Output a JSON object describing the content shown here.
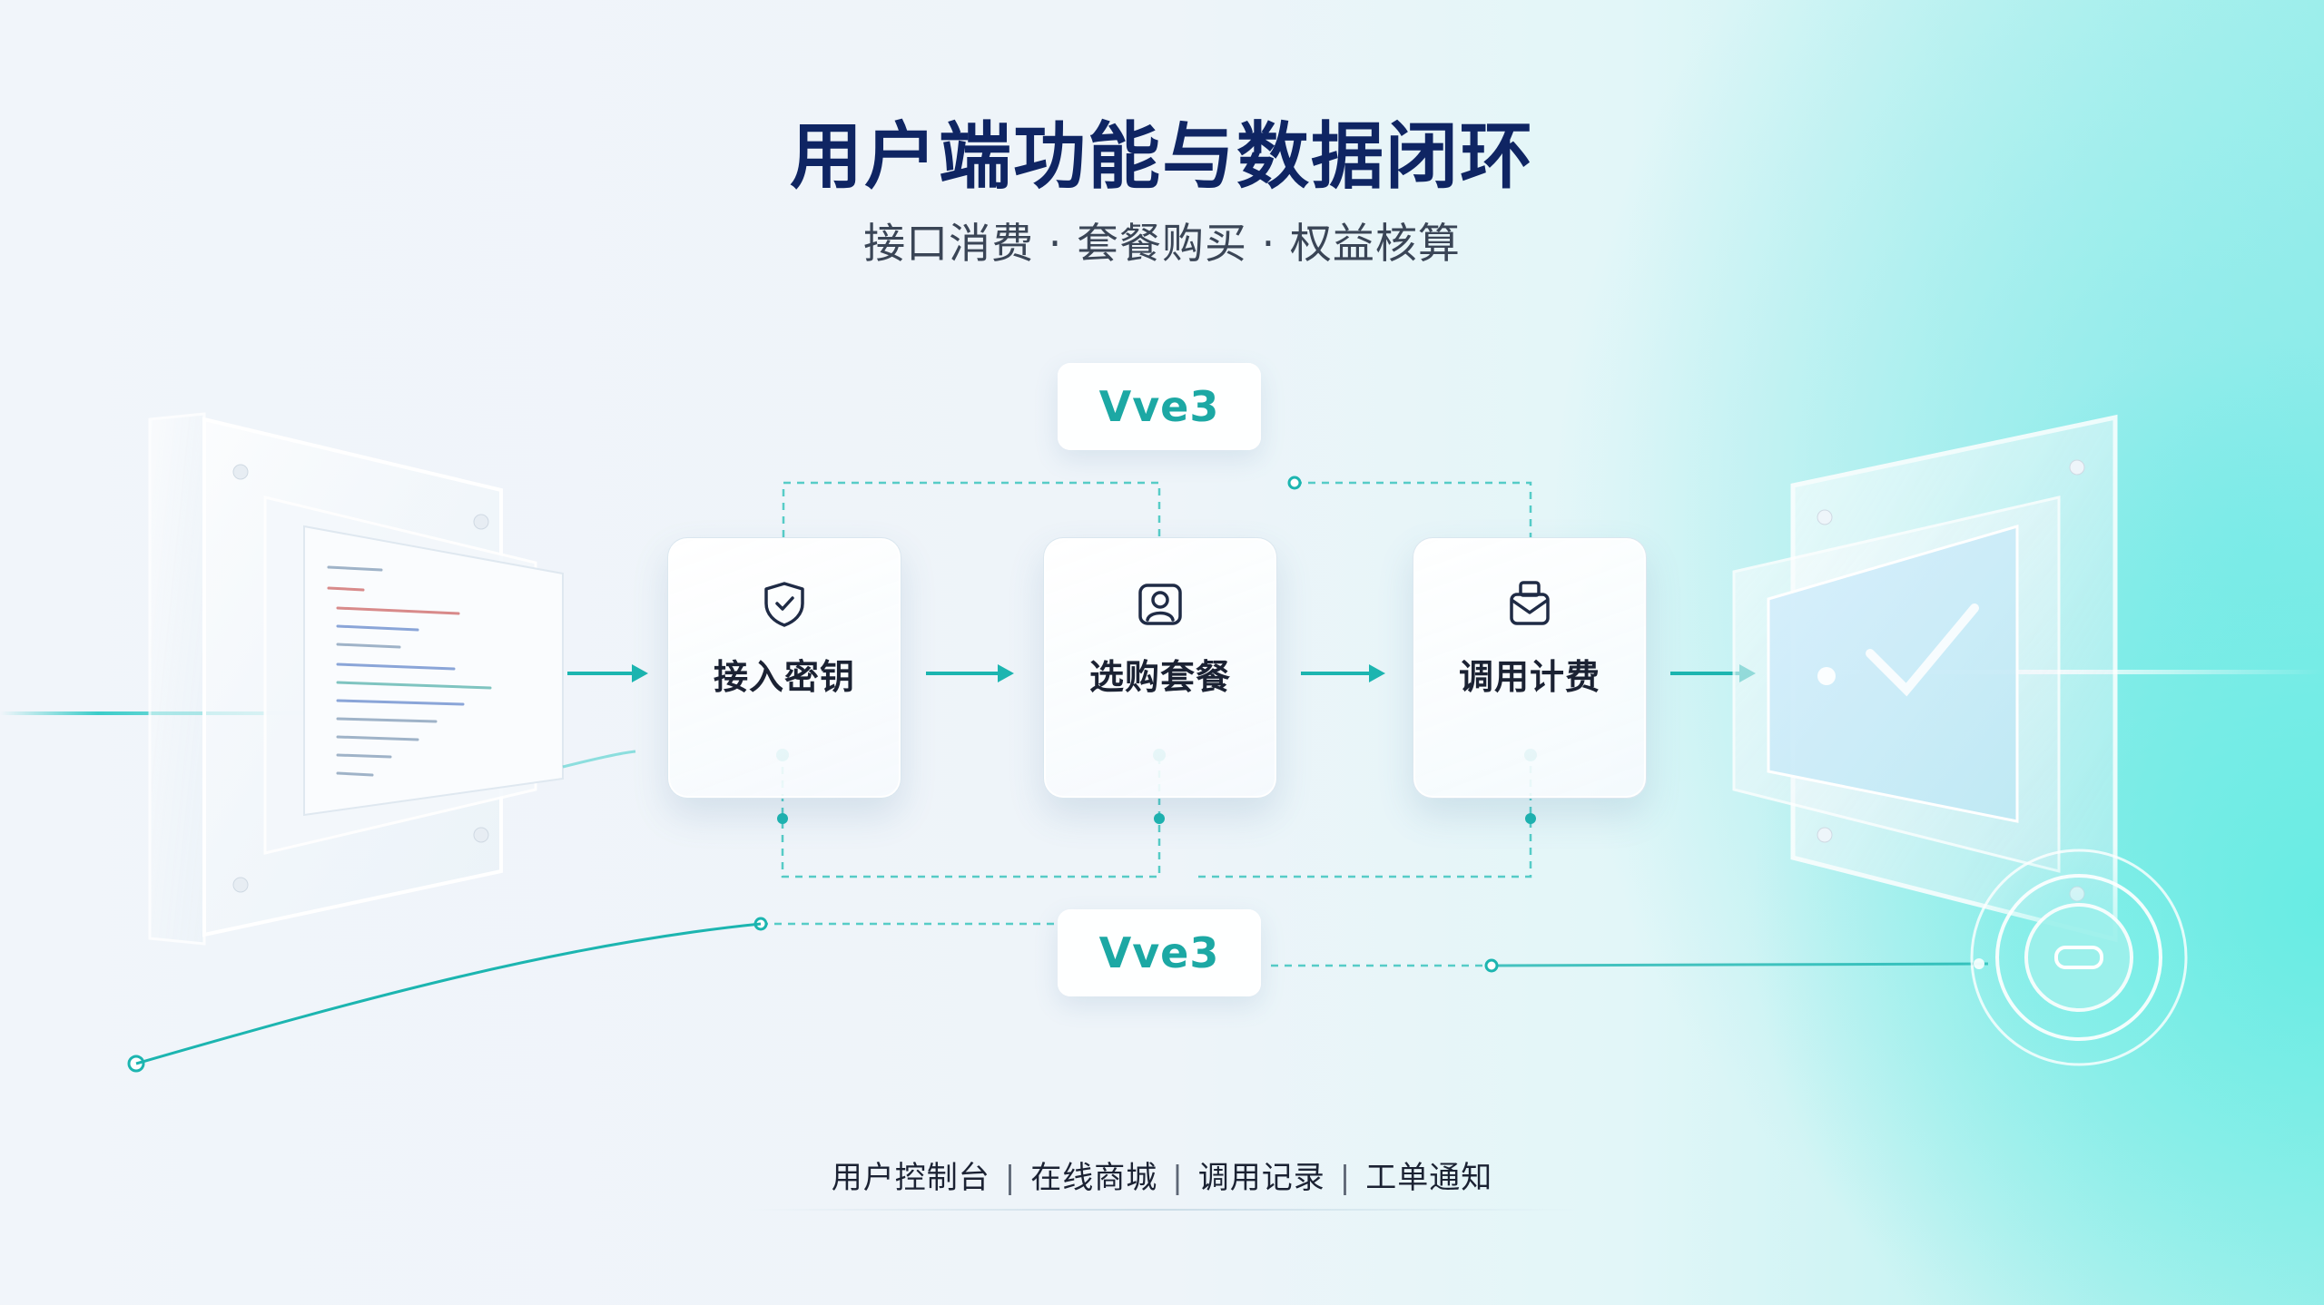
{
  "title": "用户端功能与数据闭环",
  "subtitle": "接口消费 · 套餐购买 · 权益核算",
  "tags": {
    "top": "Vve3",
    "bottom": "Vve3"
  },
  "steps": [
    {
      "label": "接入密钥",
      "icon": "shield-check-icon"
    },
    {
      "label": "选购套餐",
      "icon": "user-badge-icon"
    },
    {
      "label": "调用计费",
      "icon": "mail-bill-icon"
    }
  ],
  "bottom_nav": [
    "用户控制台",
    "在线商城",
    "调用记录",
    "工单通知"
  ],
  "colors": {
    "title": "#0f2563",
    "accent": "#1cb5b0",
    "text": "#1b2233"
  }
}
